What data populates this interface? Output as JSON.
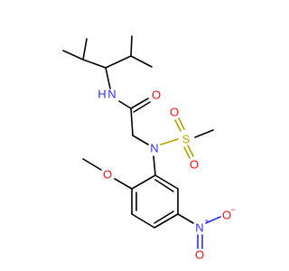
{
  "atoms": {
    "amide_n": "N",
    "amide_h": "H",
    "amide_o": "O",
    "sulfonamide_n": "N",
    "sulfur": "S",
    "sulfonyl_o1": "O",
    "sulfonyl_o2": "O",
    "methoxy_o": "O",
    "nitro_n": "N",
    "nitro_n_charge": "+",
    "nitro_o1": "O",
    "nitro_o1_charge": "−",
    "nitro_o2": "O"
  },
  "colors": {
    "carbon": "#000000",
    "nitrogen": "#2a2aff",
    "oxygen": "#ff0d0d",
    "sulfur": "#b8a100"
  }
}
